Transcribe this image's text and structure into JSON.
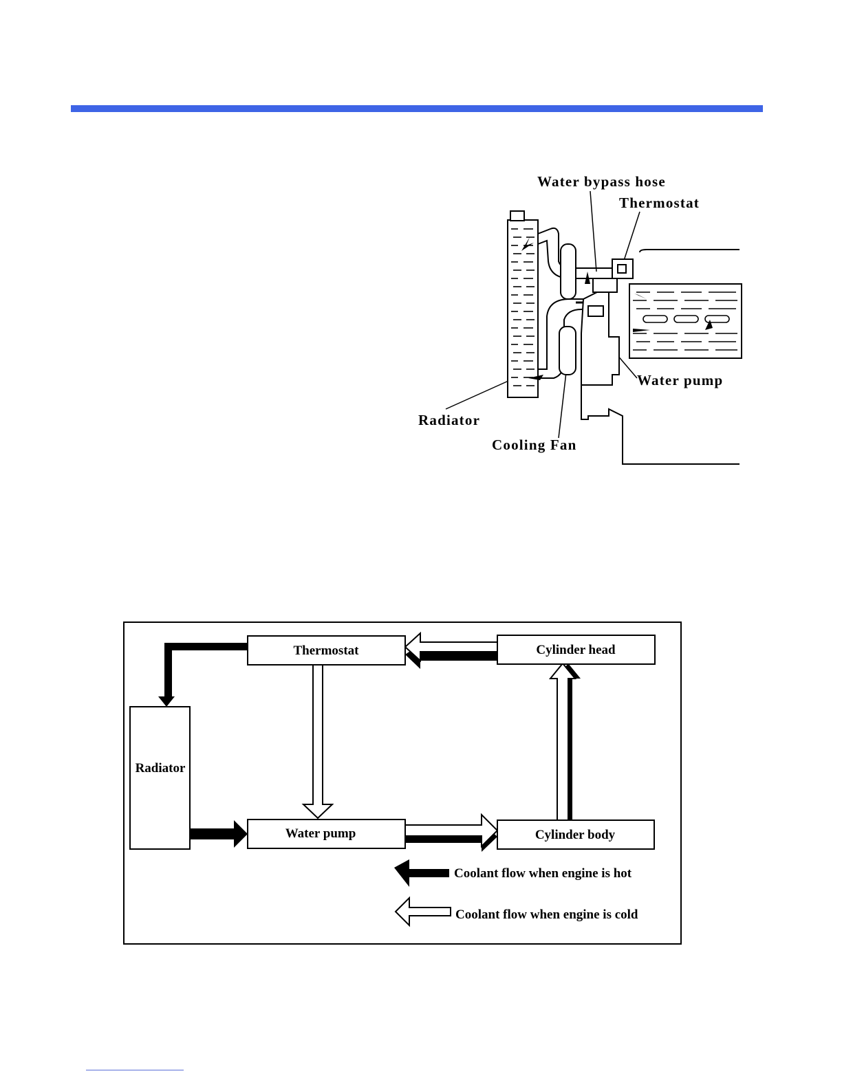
{
  "schematic": {
    "labels": {
      "bypass_hose": "Water bypass hose",
      "thermostat": "Thermostat",
      "water_pump": "Water pump",
      "radiator": "Radiator",
      "cooling_fan": "Cooling Fan"
    }
  },
  "flow_diagram": {
    "nodes": {
      "thermostat": "Thermostat",
      "cylinder_head": "Cylinder head",
      "radiator": "Radiator",
      "water_pump": "Water pump",
      "cylinder_body": "Cylinder body"
    },
    "legend": {
      "hot": "Coolant flow when engine is hot",
      "cold": "Coolant flow when engine is cold"
    }
  },
  "colors": {
    "header_rule": "#3e64e6",
    "footer_rule": "#5a6fd8"
  }
}
